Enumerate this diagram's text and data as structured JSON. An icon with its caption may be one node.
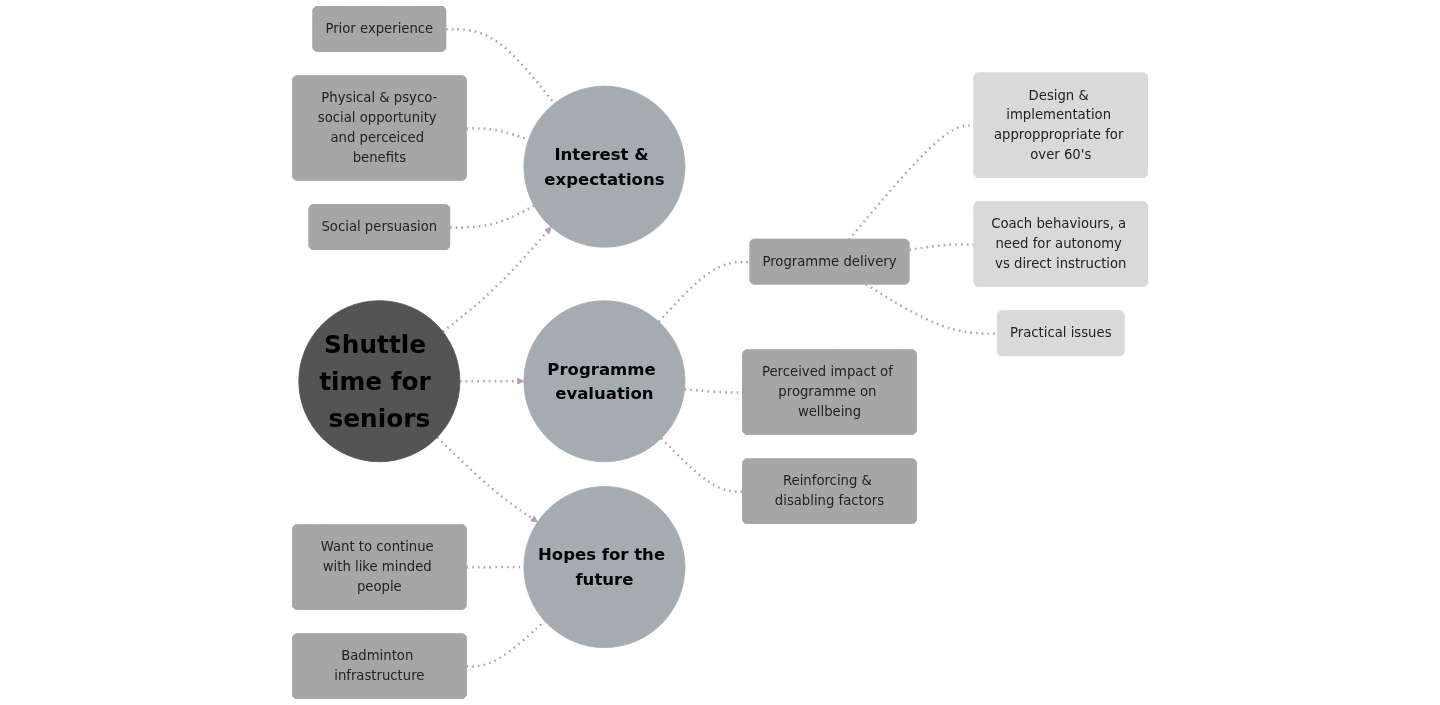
{
  "diagram": {
    "nodes": [
      {
        "text": [
          "Prior experience"
        ]
      },
      {
        "text": [
          "Physical & psyco-social opportunity and perceiced benefits"
        ]
      },
      {
        "text": [
          "Social persuasion"
        ]
      },
      {
        "text": [
          "Interest & expectations"
        ]
      },
      {
        "text": [
          "Shuttle time for seniors"
        ]
      },
      {
        "text": [
          "Programme evaluation"
        ]
      },
      {
        "text": [
          "Want to continue with like minded people"
        ]
      },
      {
        "text": [
          "Badminton infrastructure"
        ]
      },
      {
        "text": [
          "Hopes for the future"
        ]
      },
      {
        "text": [
          "Programme delivery"
        ]
      },
      {
        "text": [
          "Perceived impact of programme on wellbeing"
        ]
      },
      {
        "text": [
          "Reinforcing & disabling factors"
        ]
      },
      {
        "text": [
          "Design & implementation approppropriate for over 60's"
        ]
      },
      {
        "text": [
          "Coach behaviours, a need for autonomy vs direct instruction"
        ]
      },
      {
        "text": [
          "Practical issues"
        ]
      }
    ],
    "edges": [
      {
        "from": 0,
        "to": 3,
        "arrow": "none",
        "style": "dashed"
      },
      {
        "from": 1,
        "to": 3,
        "arrow": "none",
        "style": "dashed"
      },
      {
        "from": 2,
        "to": 3,
        "arrow": "none",
        "style": "dashed"
      },
      {
        "from": 4,
        "to": 3,
        "arrow": "to",
        "style": "dashed"
      },
      {
        "from": 4,
        "to": 5,
        "arrow": "to",
        "style": "dashed"
      },
      {
        "from": 4,
        "to": 8,
        "arrow": "to",
        "style": "dashed"
      },
      {
        "from": 6,
        "to": 8,
        "arrow": "none",
        "style": "dashed"
      },
      {
        "from": 7,
        "to": 8,
        "arrow": "none",
        "style": "dashed"
      },
      {
        "from": 5,
        "to": 9,
        "arrow": "none",
        "style": "dashed"
      },
      {
        "from": 5,
        "to": 10,
        "arrow": "none",
        "style": "dashed"
      },
      {
        "from": 5,
        "to": 11,
        "arrow": "none",
        "style": "dashed"
      },
      {
        "from": 9,
        "to": 12,
        "arrow": "none",
        "style": "dashed"
      },
      {
        "from": 9,
        "to": 13,
        "arrow": "none",
        "style": "dashed"
      },
      {
        "from": 9,
        "to": 14,
        "arrow": "none",
        "style": "dashed"
      }
    ]
  }
}
